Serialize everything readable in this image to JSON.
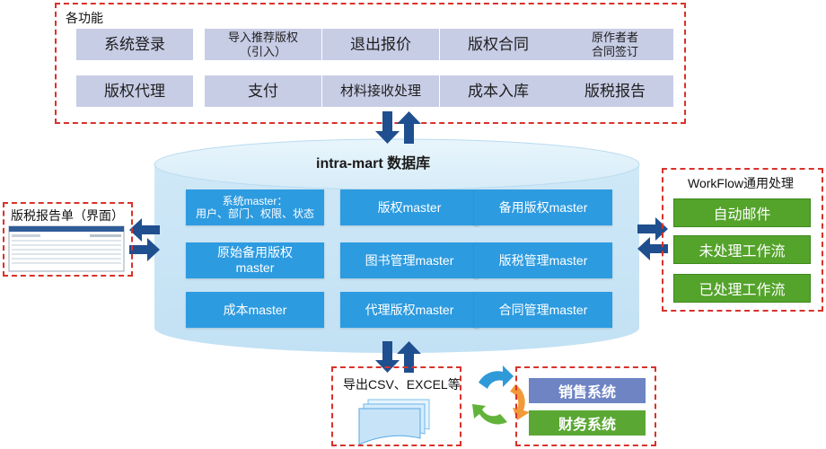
{
  "functions": {
    "title": "各功能",
    "items": [
      {
        "label": "系统登录"
      },
      {
        "label": "导入推荐版权\n（引入）"
      },
      {
        "label": "退出报价"
      },
      {
        "label": "版权合同"
      },
      {
        "label": "原作者者\n合同签订"
      },
      {
        "label": "版权代理"
      },
      {
        "label": "支付"
      },
      {
        "label": "材料接收处理"
      },
      {
        "label": "成本入库"
      },
      {
        "label": "版税报告"
      }
    ]
  },
  "database": {
    "title": "intra-mart  数据库",
    "masters": [
      {
        "label": "系统master：\n用户、部门、权限、状态"
      },
      {
        "label": "版权master"
      },
      {
        "label": "备用版权master"
      },
      {
        "label": "原始备用版权\nmaster"
      },
      {
        "label": "图书管理master"
      },
      {
        "label": "版税管理master"
      },
      {
        "label": "成本master"
      },
      {
        "label": "代理版权master"
      },
      {
        "label": "合同管理master"
      }
    ]
  },
  "report_screen": {
    "title": "版税报告单（界面）"
  },
  "workflow": {
    "title": "WorkFlow通用处理",
    "buttons": [
      {
        "label": "自动邮件"
      },
      {
        "label": "未处理工作流"
      },
      {
        "label": "已处理工作流"
      }
    ]
  },
  "export": {
    "title": "导出CSV、EXCEL等"
  },
  "systems": {
    "items": [
      {
        "label": "销售系统",
        "color": "#6e84c3"
      },
      {
        "label": "财务系统",
        "color": "#5aa833"
      }
    ]
  },
  "colors": {
    "dashed_border": "#d9322b",
    "function_box": "#c8cde6",
    "master_box": "#2d9be0",
    "db_body": "#c9e6f7",
    "arrow": "#1f4f8e",
    "workflow_green": "#54a32b"
  }
}
